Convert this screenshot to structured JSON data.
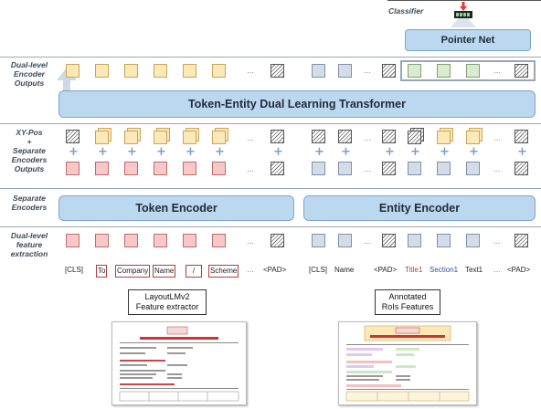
{
  "row_labels": {
    "encoder_outputs": [
      "Dual-level",
      "Encoder",
      "Outputs"
    ],
    "xy_pos": [
      "XY-Pos",
      "+",
      "Separate",
      "Encoders",
      "Outputs"
    ],
    "separate_encoders": [
      "Separate",
      "Encoders"
    ],
    "feature_extraction": [
      "Dual-level",
      "feature",
      "extraction"
    ]
  },
  "classifier_label": "Classifier",
  "pointer_net_label": "Pointer Net",
  "transformer_label": "Token-Entity Dual Learning Transformer",
  "token_encoder_label": "Token Encoder",
  "entity_encoder_label": "Entity Encoder",
  "tokens_left": [
    "[CLS]",
    "To",
    "Company",
    "Name",
    "/",
    "Scheme",
    "<PAD>"
  ],
  "tokens_right": [
    "[CLS]",
    "Name",
    "<PAD>",
    "Title1",
    "Section1",
    "Text1",
    "<PAD>"
  ],
  "dots": "···",
  "plus": "+",
  "caption_left": [
    "LayoutLMv2",
    "Feature extractor"
  ],
  "caption_right": [
    "Annotated",
    "RoIs Features"
  ],
  "colors": {
    "bar": "#bcd8f0",
    "yellow": "#fde9b7",
    "pink": "#f7c8c8",
    "blue": "#d4dcea",
    "green": "#d9ecd1",
    "title_red": "#c0392b",
    "section_blue": "#2f5597"
  }
}
